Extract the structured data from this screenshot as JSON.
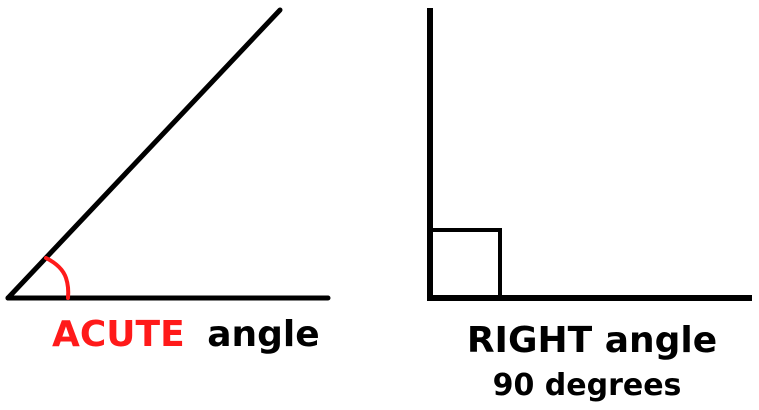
{
  "acute": {
    "label_word": "ACUTE",
    "label_rest": "angle"
  },
  "right": {
    "label": "RIGHT angle",
    "subtitle": "90 degrees"
  },
  "colors": {
    "line": "#000000",
    "accent": "#ff1a1a",
    "background": "#ffffff"
  }
}
